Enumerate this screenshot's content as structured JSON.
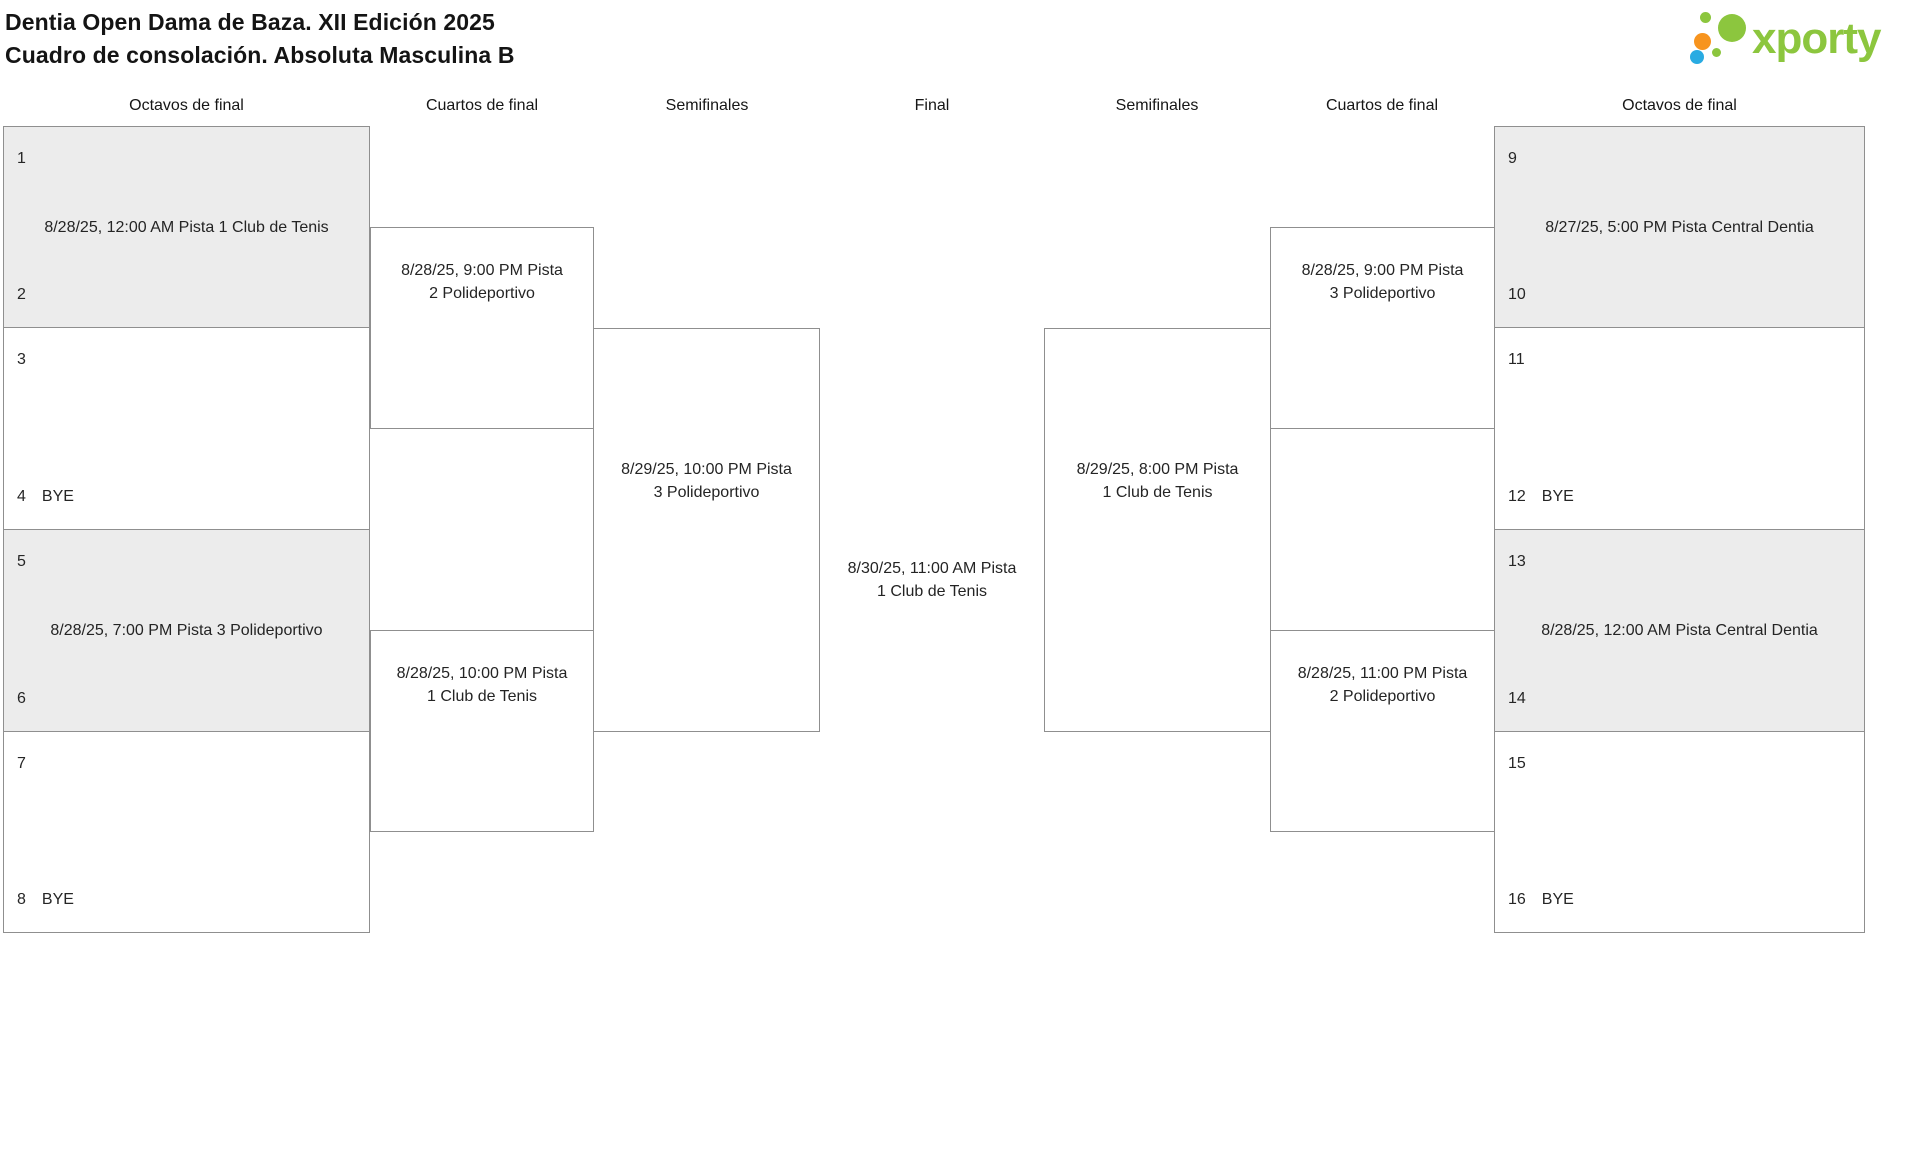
{
  "header": {
    "title_line1": "Dentia Open Dama de Baza. XII Edición 2025",
    "title_line2": "Cuadro de consolación. Absoluta Masculina B"
  },
  "logo": {
    "brand": "xporty",
    "green": "#8cc63e",
    "orange": "#f7941e",
    "blue": "#29abe2"
  },
  "colors": {
    "box_border": "#8f8f8f",
    "box_shade": "#ececec"
  },
  "rounds": [
    "Octavos de final",
    "Cuartos de final",
    "Semifinales",
    "Final",
    "Semifinales",
    "Cuartos de final",
    "Octavos de final"
  ],
  "bracket": {
    "left": {
      "octavos": [
        {
          "top_seed": "1",
          "schedule": "8/28/25, 12:00 AM Pista 1 Club de Tenis",
          "bottom_seed": "2"
        },
        {
          "top_seed": "3",
          "bottom_seed": "4",
          "bottom_tag": "BYE"
        },
        {
          "top_seed": "5",
          "schedule": "8/28/25, 7:00 PM Pista 3 Polideportivo",
          "bottom_seed": "6"
        },
        {
          "top_seed": "7",
          "bottom_seed": "8",
          "bottom_tag": "BYE"
        }
      ],
      "cuartos": [
        {
          "line1": "8/28/25, 9:00 PM Pista",
          "line2": "2 Polideportivo"
        },
        {
          "line1": "8/28/25, 10:00 PM Pista",
          "line2": "1 Club de Tenis"
        }
      ],
      "semifinal": {
        "line1": "8/29/25, 10:00 PM Pista",
        "line2": "3 Polideportivo"
      }
    },
    "final": {
      "line1": "8/30/25, 11:00 AM Pista",
      "line2": "1 Club de Tenis"
    },
    "right": {
      "semifinal": {
        "line1": "8/29/25, 8:00 PM Pista",
        "line2": "1 Club de Tenis"
      },
      "cuartos": [
        {
          "line1": "8/28/25, 9:00 PM Pista",
          "line2": "3 Polideportivo"
        },
        {
          "line1": "8/28/25, 11:00 PM Pista",
          "line2": "2 Polideportivo"
        }
      ],
      "octavos": [
        {
          "top_seed": "9",
          "schedule": "8/27/25, 5:00 PM Pista Central Dentia",
          "bottom_seed": "10"
        },
        {
          "top_seed": "11",
          "bottom_seed": "12",
          "bottom_tag": "BYE"
        },
        {
          "top_seed": "13",
          "schedule": "8/28/25, 12:00 AM Pista Central Dentia",
          "bottom_seed": "14"
        },
        {
          "top_seed": "15",
          "bottom_seed": "16",
          "bottom_tag": "BYE"
        }
      ]
    }
  }
}
